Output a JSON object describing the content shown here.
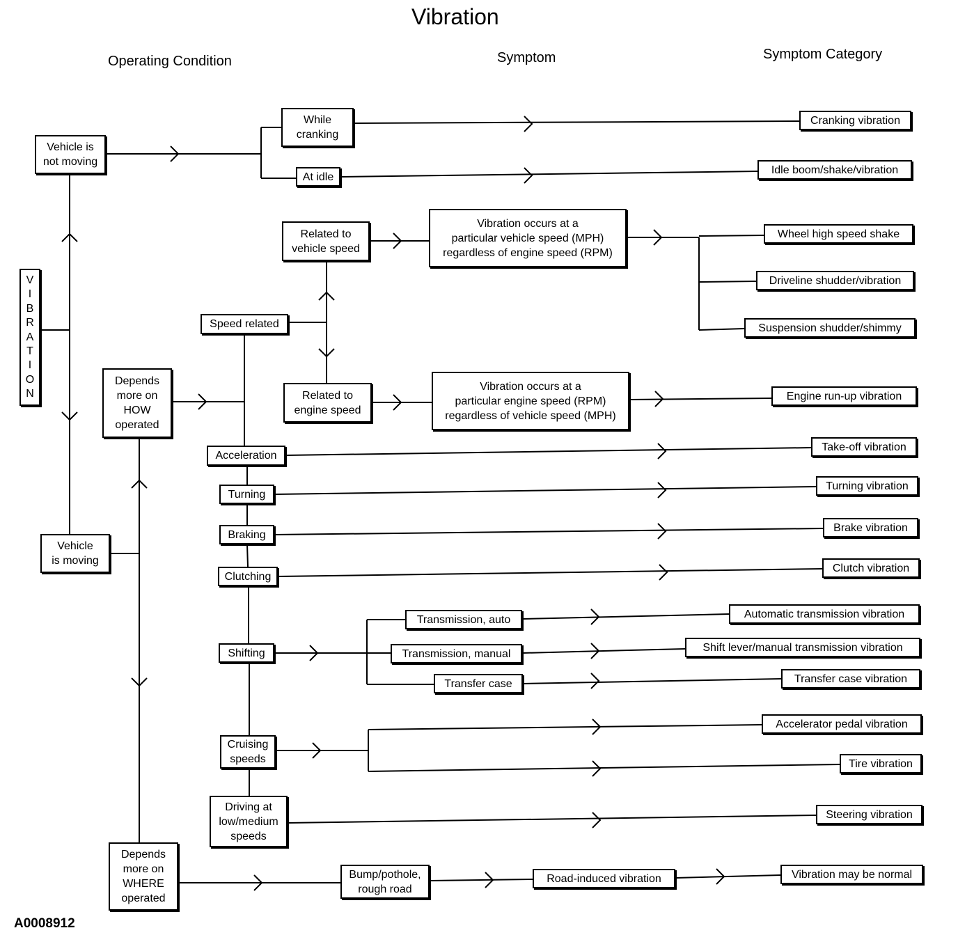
{
  "title": "Vibration",
  "columns": {
    "operating_condition": "Operating Condition",
    "symptom": "Symptom",
    "symptom_category": "Symptom Category"
  },
  "side_label": [
    "V",
    "I",
    "B",
    "R",
    "A",
    "T",
    "I",
    "O",
    "N"
  ],
  "figure_id": "A0008912",
  "conditions": {
    "not_moving": "Vehicle is\nnot moving",
    "moving": "Vehicle\nis moving",
    "how": "Depends\nmore on\nHOW\noperated",
    "where": "Depends\nmore on\nWHERE\noperated",
    "cranking": "While\ncranking",
    "idle": "At idle",
    "speed_related": "Speed related",
    "vehicle_speed": "Related to\nvehicle speed",
    "engine_speed": "Related to\nengine speed",
    "acceleration": "Acceleration",
    "turning": "Turning",
    "braking": "Braking",
    "clutching": "Clutching",
    "shifting": "Shifting",
    "trans_auto": "Transmission, auto",
    "trans_manual": "Transmission, manual",
    "transfer_case": "Transfer case",
    "cruising": "Cruising\nspeeds",
    "low_speed": "Driving at\nlow/medium\nspeeds",
    "bump": "Bump/pothole,\nrough road"
  },
  "symptoms": {
    "mph": "Vibration occurs at a\nparticular vehicle speed (MPH)\nregardless of engine speed (RPM)",
    "rpm": "Vibration occurs at a\nparticular engine speed (RPM)\nregardless of vehicle speed (MPH)",
    "road_induced": "Road-induced vibration"
  },
  "categories": {
    "cranking": "Cranking vibration",
    "idle": "Idle boom/shake/vibration",
    "wheel": "Wheel high speed shake",
    "driveline": "Driveline shudder/vibration",
    "suspension": "Suspension shudder/shimmy",
    "engine_runup": "Engine run-up vibration",
    "takeoff": "Take-off vibration",
    "turning": "Turning vibration",
    "brake": "Brake vibration",
    "clutch": "Clutch vibration",
    "auto_trans": "Automatic transmission vibration",
    "shift_lever": "Shift lever/manual transmission vibration",
    "transfer_case": "Transfer case vibration",
    "pedal": "Accelerator pedal vibration",
    "tire": "Tire vibration",
    "steering": "Steering vibration",
    "normal": "Vibration may be normal"
  }
}
